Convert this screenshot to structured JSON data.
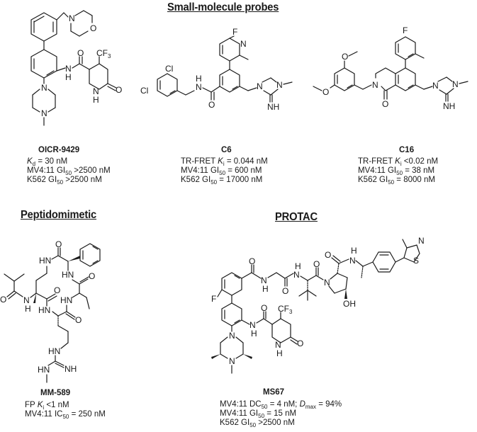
{
  "sections": {
    "small_molecule": {
      "heading": "Small-molecule probes"
    },
    "peptidomimetic": {
      "heading": "Peptidomimetic"
    },
    "protac": {
      "heading": "PROTAC"
    }
  },
  "compounds": {
    "oicr": {
      "name": "OICR-9429",
      "props": [
        {
          "pre": "",
          "ital": "K",
          "sub": "d",
          "post": " = 30 nM"
        },
        {
          "pre": "MV4:11 GI",
          "ital": "",
          "sub": "50",
          "post": " >2500 nM"
        },
        {
          "pre": "K562 GI",
          "ital": "",
          "sub": "50",
          "post": " >2500 nM"
        }
      ]
    },
    "c6": {
      "name": "C6",
      "props": [
        {
          "pre": "TR-FRET ",
          "ital": "K",
          "sub": "i",
          "post": " = 0.044 nM"
        },
        {
          "pre": "MV4:11 GI",
          "ital": "",
          "sub": "50",
          "post": " =  600 nM"
        },
        {
          "pre": "K562 GI",
          "ital": "",
          "sub": "50",
          "post": " =  17000 nM"
        }
      ]
    },
    "c16": {
      "name": "C16",
      "props": [
        {
          "pre": "TR-FRET ",
          "ital": "K",
          "sub": "i",
          "post": " <0.02 nM"
        },
        {
          "pre": "MV4:11 GI",
          "ital": "",
          "sub": "50",
          "post": " =  38 nM"
        },
        {
          "pre": "K562 GI",
          "ital": "",
          "sub": "50",
          "post": " =  8000 nM"
        }
      ]
    },
    "mm589": {
      "name": "MM-589",
      "props": [
        {
          "pre": "FP ",
          "ital": "K",
          "sub": "i",
          "post": " <1 nM"
        },
        {
          "pre": "MV4:11 IC",
          "ital": "",
          "sub": "50",
          "post": " = 250 nM"
        }
      ]
    },
    "ms67": {
      "name": "MS67",
      "props": [
        {
          "pre": "MV4:11 DC",
          "ital": "",
          "sub": "50",
          "post": " = 4 nM; ",
          "ital2": "D",
          "sub2": "max",
          "post2": " = 94%"
        },
        {
          "pre": "MV4:11 GI",
          "ital": "",
          "sub": "50",
          "post": " =  15 nM"
        },
        {
          "pre": "K562 GI",
          "ital": "",
          "sub": "50",
          "post": " >2500 nM"
        }
      ]
    }
  },
  "atom_labels": {
    "N": "N",
    "O": "O",
    "NH": "NH",
    "HN": "HN",
    "H": "H",
    "F": "F",
    "Cl": "Cl",
    "CF": "CF",
    "three": "3",
    "OH": "OH",
    "S": "S"
  },
  "colors": {
    "ink": "#1a1a1a",
    "background": "#ffffff"
  }
}
